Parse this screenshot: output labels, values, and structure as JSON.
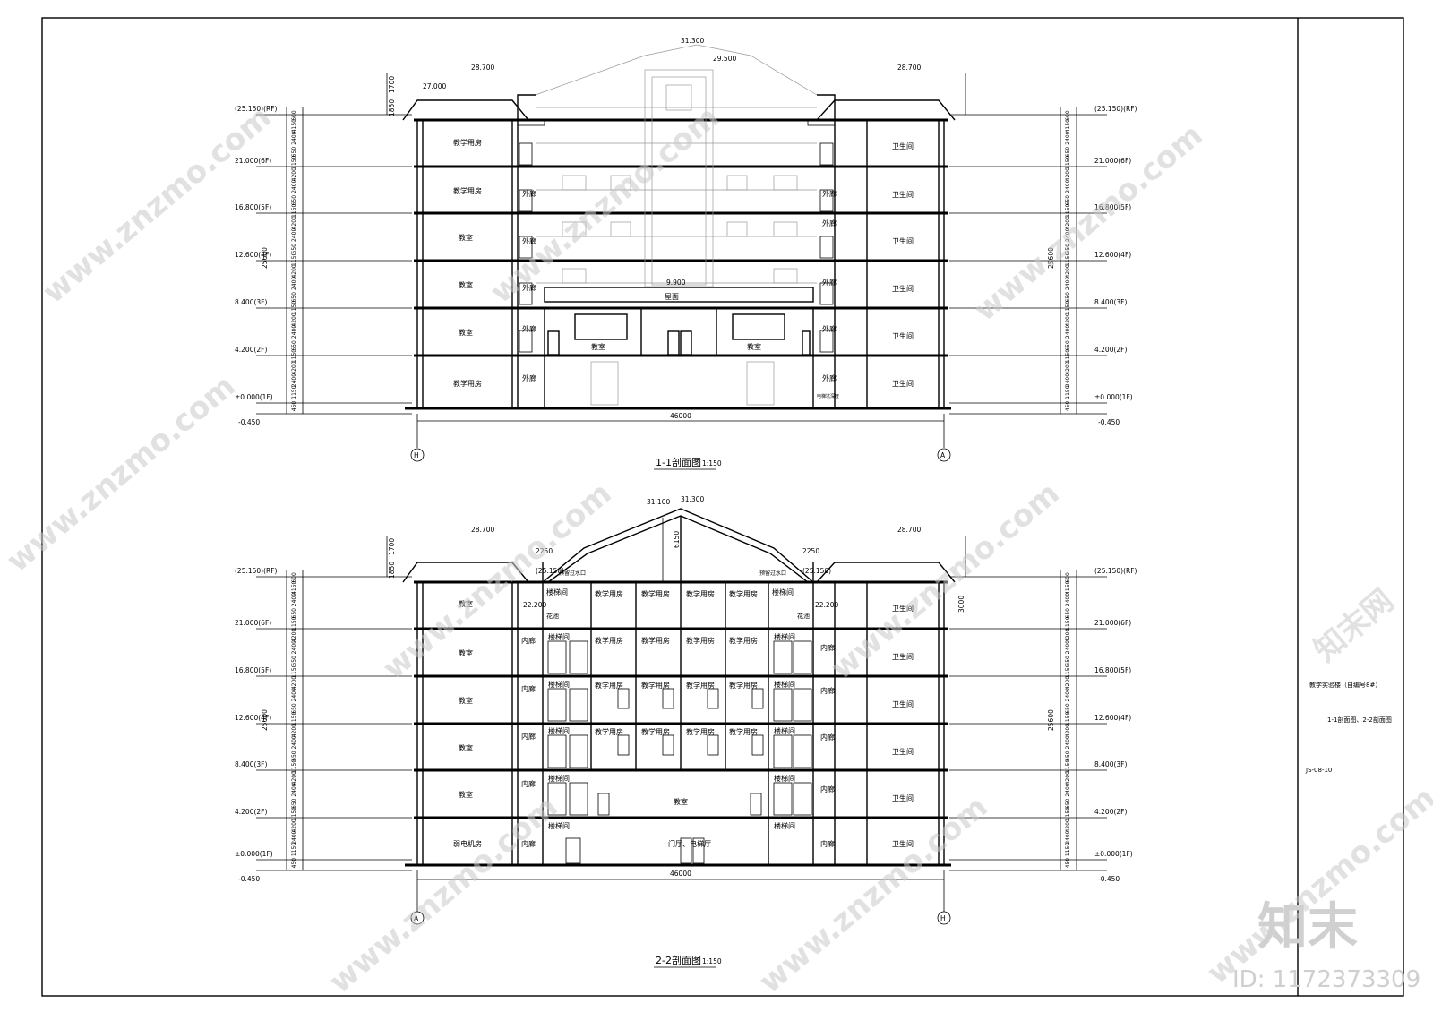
{
  "section_1": {
    "title": "1-1剖面图",
    "scale": "1:150",
    "width_dim": "46000",
    "axis_left": "H",
    "axis_right": "A",
    "roof_levels": [
      "31.300",
      "29.500",
      "28.700",
      "28.700",
      "27.000",
      "9.900"
    ],
    "roof_label": "屋面",
    "rooms_left": [
      "教学用房",
      "教学用房",
      "教室",
      "教室",
      "教室",
      "教学用房"
    ],
    "corridor_label": "外廊",
    "rooms_right": [
      "卫生间",
      "卫生间",
      "卫生间",
      "卫生间",
      "卫生间",
      "卫生间"
    ],
    "centre_rooms": [
      "教室",
      "教室"
    ],
    "stair_note": "电梯坑深度"
  },
  "section_2": {
    "title": "2-2剖面图",
    "scale": "1:150",
    "width_dim": "46000",
    "axis_left": "A",
    "axis_right": "H",
    "roof_levels": [
      "31.100",
      "31.300",
      "28.700",
      "28.700",
      "(25.150)",
      "(25.150)",
      "22.200",
      "22.200"
    ],
    "dims_top": [
      "2250",
      "2250",
      "6150",
      "3000"
    ],
    "notes": [
      "预留过水口",
      "预留过水口",
      "花池",
      "花池"
    ],
    "rooms_left": [
      "教室",
      "教室",
      "教室",
      "教室",
      "教室",
      "弱电机房"
    ],
    "inner_corridor": "内廊",
    "stair_label": "楼梯间",
    "teach_room": "教学用房",
    "centre_2f": "教室",
    "centre_1f": "门厅、电梯厅",
    "rooms_right": [
      "卫生间",
      "卫生间",
      "卫生间",
      "卫生间",
      "卫生间",
      "卫生间"
    ]
  },
  "levels": [
    "(25.150)(RF)",
    "21.000(6F)",
    "16.800(5F)",
    "12.600(4F)",
    "8.400(3F)",
    "4.200(2F)",
    "±0.000(1F)",
    "-0.450"
  ],
  "vertical_dims": [
    "600",
    "4150",
    "2400",
    "650",
    "1150",
    "4200",
    "2400",
    "650",
    "1150",
    "4200",
    "2400",
    "650",
    "1150",
    "4200",
    "2400",
    "650",
    "1150",
    "4200",
    "2400",
    "650",
    "1150",
    "4200",
    "2400",
    "1150",
    "450"
  ],
  "total_height": "25600",
  "parapet_dims": [
    "1700",
    "1850"
  ],
  "title_block": {
    "project": "教学实验楼（自编号8#）",
    "drawing": "1-1剖面图、2-2剖面图",
    "number": "JS-08-10"
  },
  "watermark": {
    "url": "www.znzmo.com",
    "brand_cn": "知末网",
    "logo": "知末",
    "id": "ID: 1172373309"
  }
}
